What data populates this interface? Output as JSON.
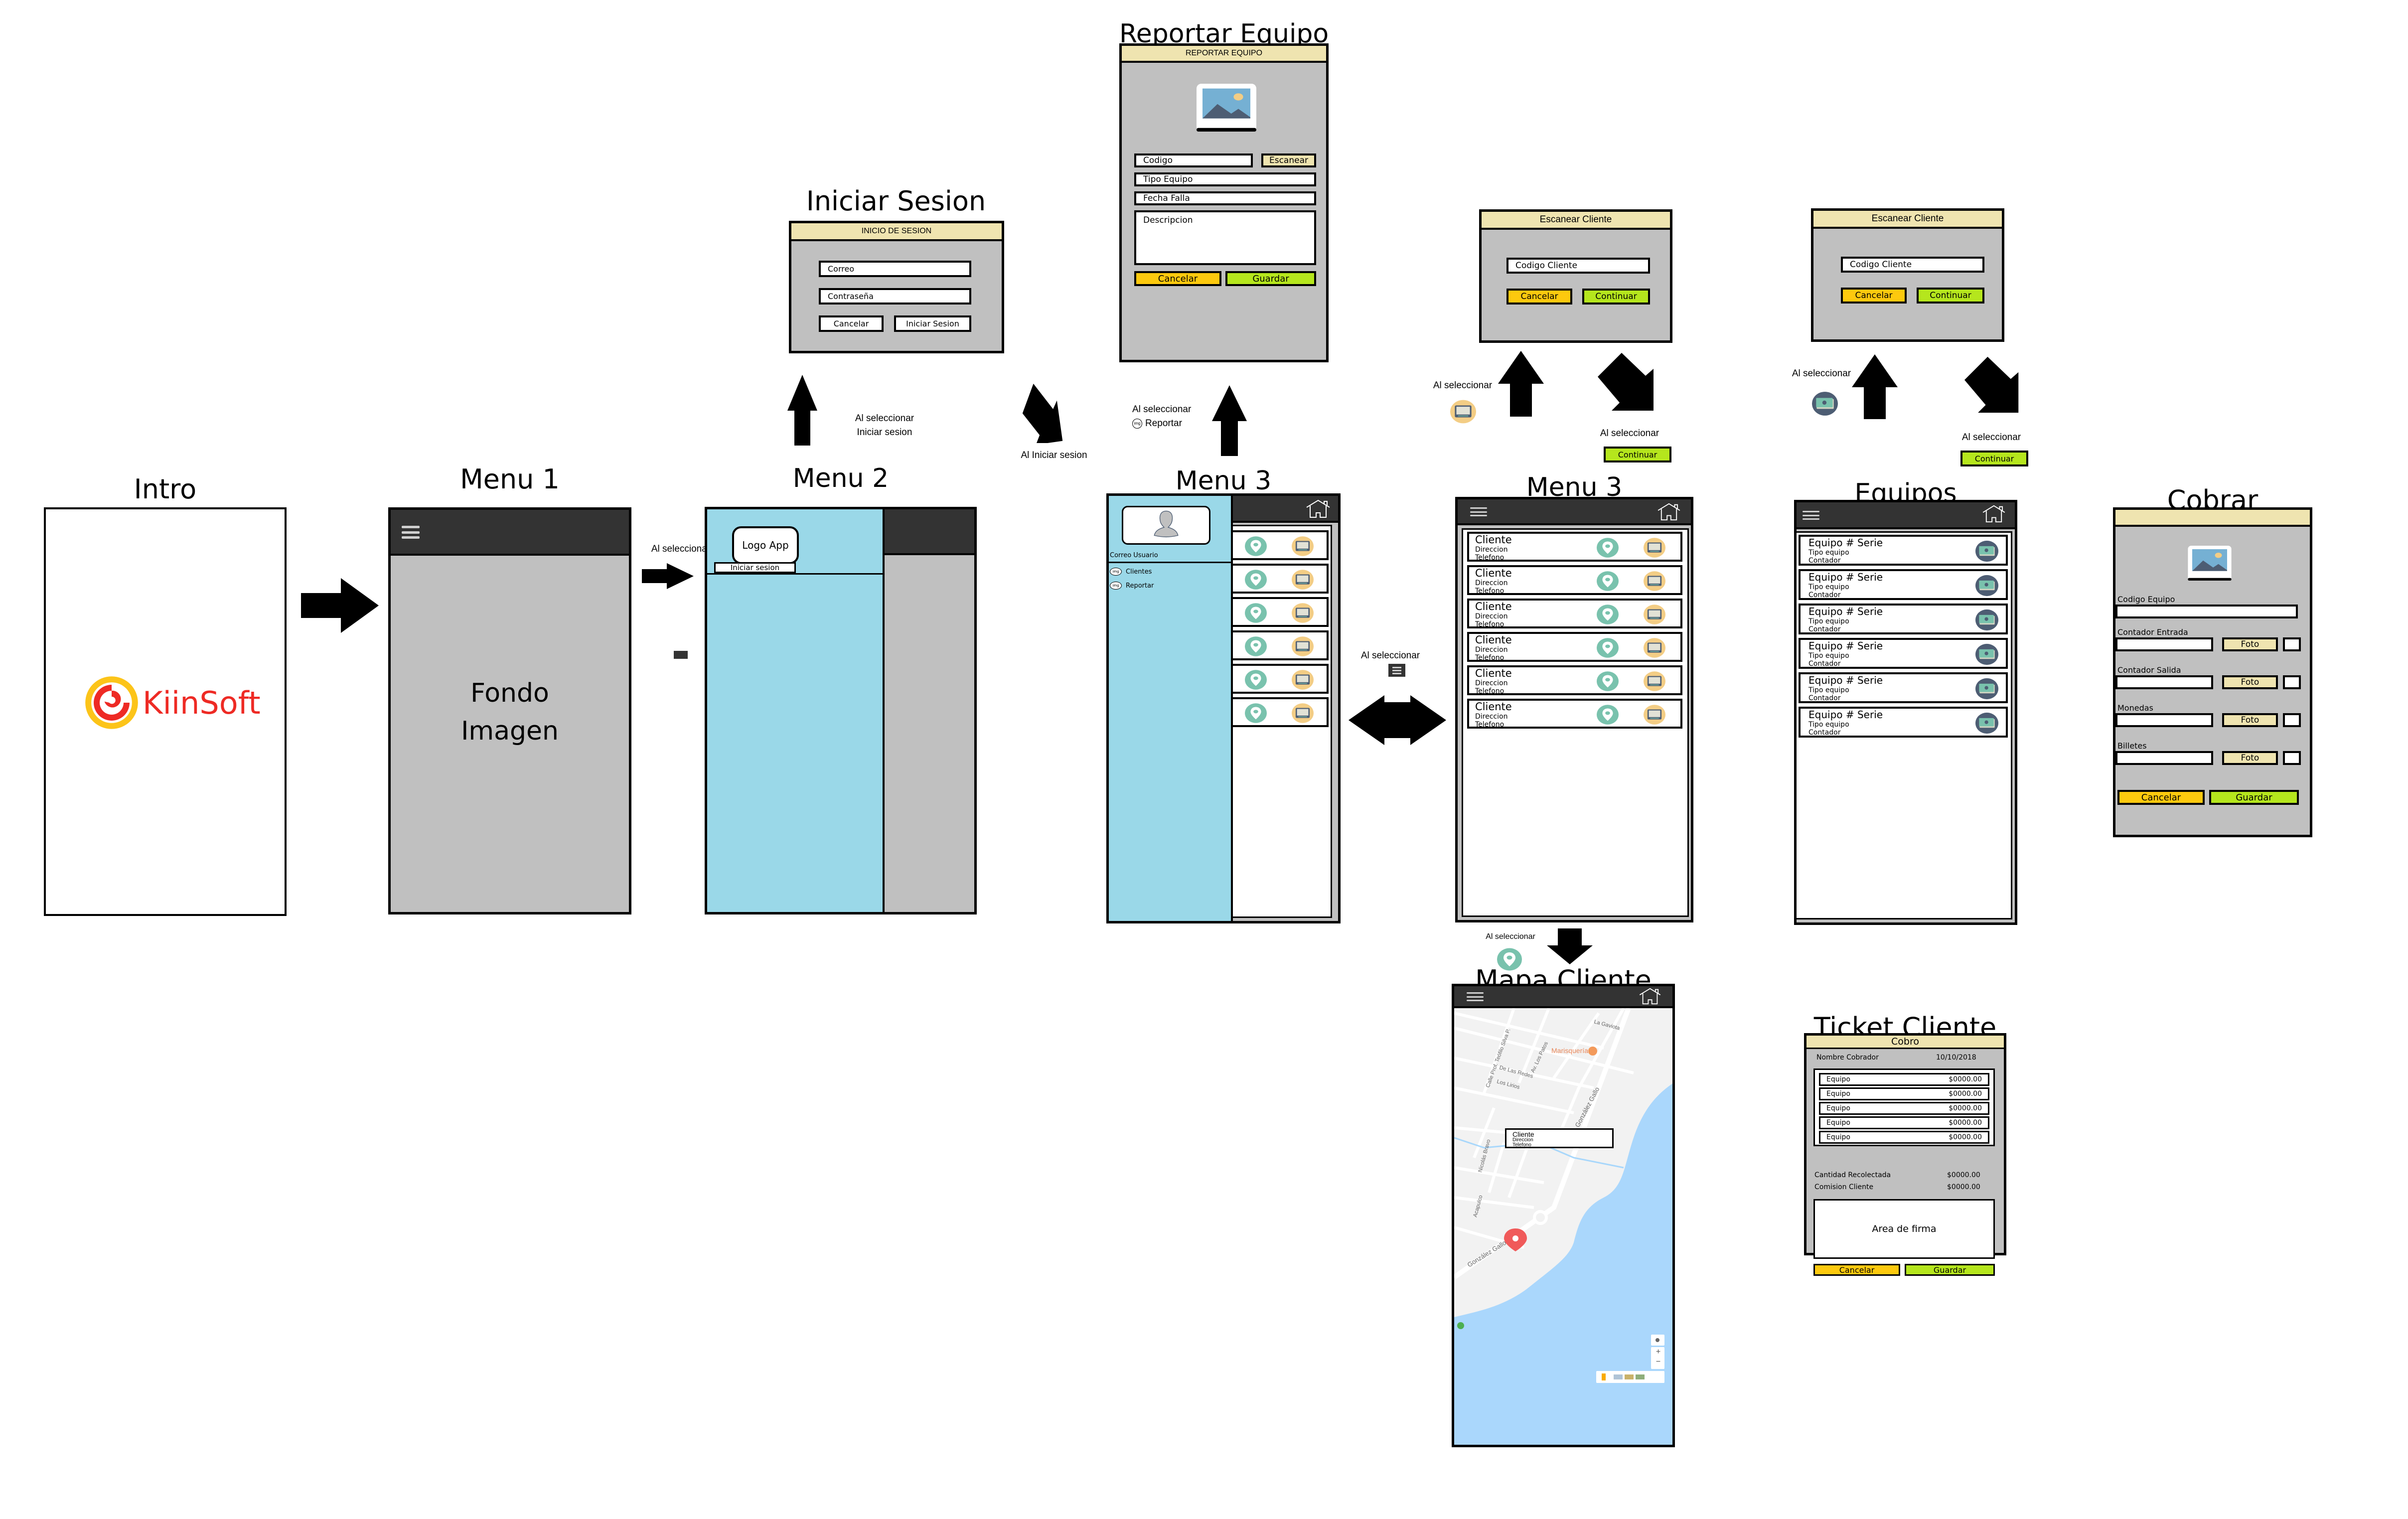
{
  "screens": {
    "intro": {
      "title": "Intro",
      "logo_text": "KiinSoft"
    },
    "menu1": {
      "title": "Menu 1",
      "background_text_line1": "Fondo",
      "background_text_line2": "Imagen"
    },
    "menu2": {
      "title": "Menu 2",
      "logo_placeholder": "Logo App",
      "login_button": "Iniciar sesion"
    },
    "iniciar_sesion": {
      "title": "Iniciar Sesion",
      "header": "INICIO DE SESION",
      "email_placeholder": "Correo",
      "password_placeholder": "Contraseña",
      "cancel_label": "Cancelar",
      "login_label": "Iniciar Sesion"
    },
    "reportar_equipo": {
      "title": "Reportar Equipo",
      "header": "REPORTAR EQUIPO",
      "code_placeholder": "Codigo",
      "scan_label": "Escanear",
      "type_placeholder": "Tipo Equipo",
      "date_placeholder": "Fecha Falla",
      "description_placeholder": "Descripcion",
      "cancel_label": "Cancelar",
      "save_label": "Guardar"
    },
    "menu3_drawer": {
      "title": "Menu 3",
      "user_email": "Correo Usuario",
      "nav_items": [
        {
          "icon": "img",
          "label": "Clientes"
        },
        {
          "icon": "img",
          "label": "Reportar"
        }
      ],
      "rows": 6
    },
    "escanear_cliente_1": {
      "header": "Escanear Cliente",
      "code_placeholder": "Codigo Cliente",
      "cancel_label": "Cancelar",
      "continue_label": "Continuar"
    },
    "escanear_cliente_2": {
      "header": "Escanear Cliente",
      "code_placeholder": "Codigo Cliente",
      "cancel_label": "Cancelar",
      "continue_label": "Continuar"
    },
    "menu3_list": {
      "title": "Menu 3",
      "clients": [
        {
          "name": "Cliente",
          "address": "Direccion",
          "phone": "Telefono"
        },
        {
          "name": "Cliente",
          "address": "Direccion",
          "phone": "Telefono"
        },
        {
          "name": "Cliente",
          "address": "Direccion",
          "phone": "Telefono"
        },
        {
          "name": "Cliente",
          "address": "Direccion",
          "phone": "Telefono"
        },
        {
          "name": "Cliente",
          "address": "Direccion",
          "phone": "Telefono"
        },
        {
          "name": "Cliente",
          "address": "Direccion",
          "phone": "Telefono"
        }
      ]
    },
    "equipos": {
      "title": "Equipos",
      "items": [
        {
          "serial": "Equipo # Serie",
          "type": "Tipo equipo",
          "counter": "Contador"
        },
        {
          "serial": "Equipo # Serie",
          "type": "Tipo equipo",
          "counter": "Contador"
        },
        {
          "serial": "Equipo # Serie",
          "type": "Tipo equipo",
          "counter": "Contador"
        },
        {
          "serial": "Equipo # Serie",
          "type": "Tipo equipo",
          "counter": "Contador"
        },
        {
          "serial": "Equipo # Serie",
          "type": "Tipo equipo",
          "counter": "Contador"
        },
        {
          "serial": "Equipo # Serie",
          "type": "Tipo equipo",
          "counter": "Contador"
        }
      ]
    },
    "cobrar": {
      "title": "Cobrar",
      "code_label": "Codigo Equipo",
      "rows": [
        {
          "label": "Contador Entrada",
          "photo_label": "Foto"
        },
        {
          "label": "Contador Salida",
          "photo_label": "Foto"
        },
        {
          "label": "Monedas",
          "photo_label": "Foto"
        },
        {
          "label": "Billetes",
          "photo_label": "Foto"
        }
      ],
      "cancel_label": "Cancelar",
      "save_label": "Guardar"
    },
    "mapa_cliente": {
      "title": "Mapa Cliente",
      "popup": {
        "name": "Cliente",
        "address": "Direccion",
        "phone": "Telefono"
      },
      "map_labels": {
        "street1": "Calle Prof. Teófilo Silva P.",
        "street2": "De Las Redes",
        "street3": "Los Lirios",
        "street4": "Av. Los Patos",
        "street5": "La Gaviota",
        "street6": "González Gallo",
        "street7": "Nicolás Bravo",
        "street8": "Acapulco",
        "poi": "Marisquería"
      },
      "zoom_in": "+",
      "zoom_out": "−"
    },
    "ticket_cliente": {
      "title": "Ticket Cliente",
      "header": "Cobro",
      "collector_name": "Nombre Cobrador",
      "date": "10/10/2018",
      "items": [
        {
          "label": "Equipo",
          "amount": "$0000.00"
        },
        {
          "label": "Equipo",
          "amount": "$0000.00"
        },
        {
          "label": "Equipo",
          "amount": "$0000.00"
        },
        {
          "label": "Equipo",
          "amount": "$0000.00"
        },
        {
          "label": "Equipo",
          "amount": "$0000.00"
        }
      ],
      "collected_label": "Cantidad Recolectada",
      "collected_amount": "$0000.00",
      "commission_label": "Comision Cliente",
      "commission_amount": "$0000.00",
      "signature_label": "Area de firma",
      "cancel_label": "Cancelar",
      "save_label": "Guardar"
    }
  },
  "annotations": {
    "menu1_to_menu2": "Al seleccionar",
    "menu2_to_login_line1": "Al seleccionar",
    "menu2_to_login_line2": "Iniciar sesion",
    "login_to_menu3": "Al Iniciar sesion",
    "menu3_to_report_line1": "Al seleccionar",
    "menu3_to_report_line2": "Reportar",
    "menu3_to_list": "Al seleccionar",
    "list_to_scan1": "Al seleccionar",
    "scan1_to_equipos_line1": "Al seleccionar",
    "scan1_to_equipos_button": "Continuar",
    "equipos_to_scan2": "Al seleccionar",
    "scan2_to_cobrar_line1": "Al seleccionar",
    "scan2_to_cobrar_button": "Continuar",
    "list_to_map": "Al seleccionar"
  },
  "colors": {
    "header_dark": "#333333",
    "screen_gray": "#c0c0c0",
    "drawer_blue": "#9ad8e8",
    "dialog_header_beige": "#efe4b0",
    "cancel_orange": "#fdc90e",
    "confirm_green": "#b5e61d",
    "map_icon_teal": "#79c2ad",
    "device_icon_sand": "#f3cd85",
    "money_icon_slate": "#4d5d73"
  }
}
